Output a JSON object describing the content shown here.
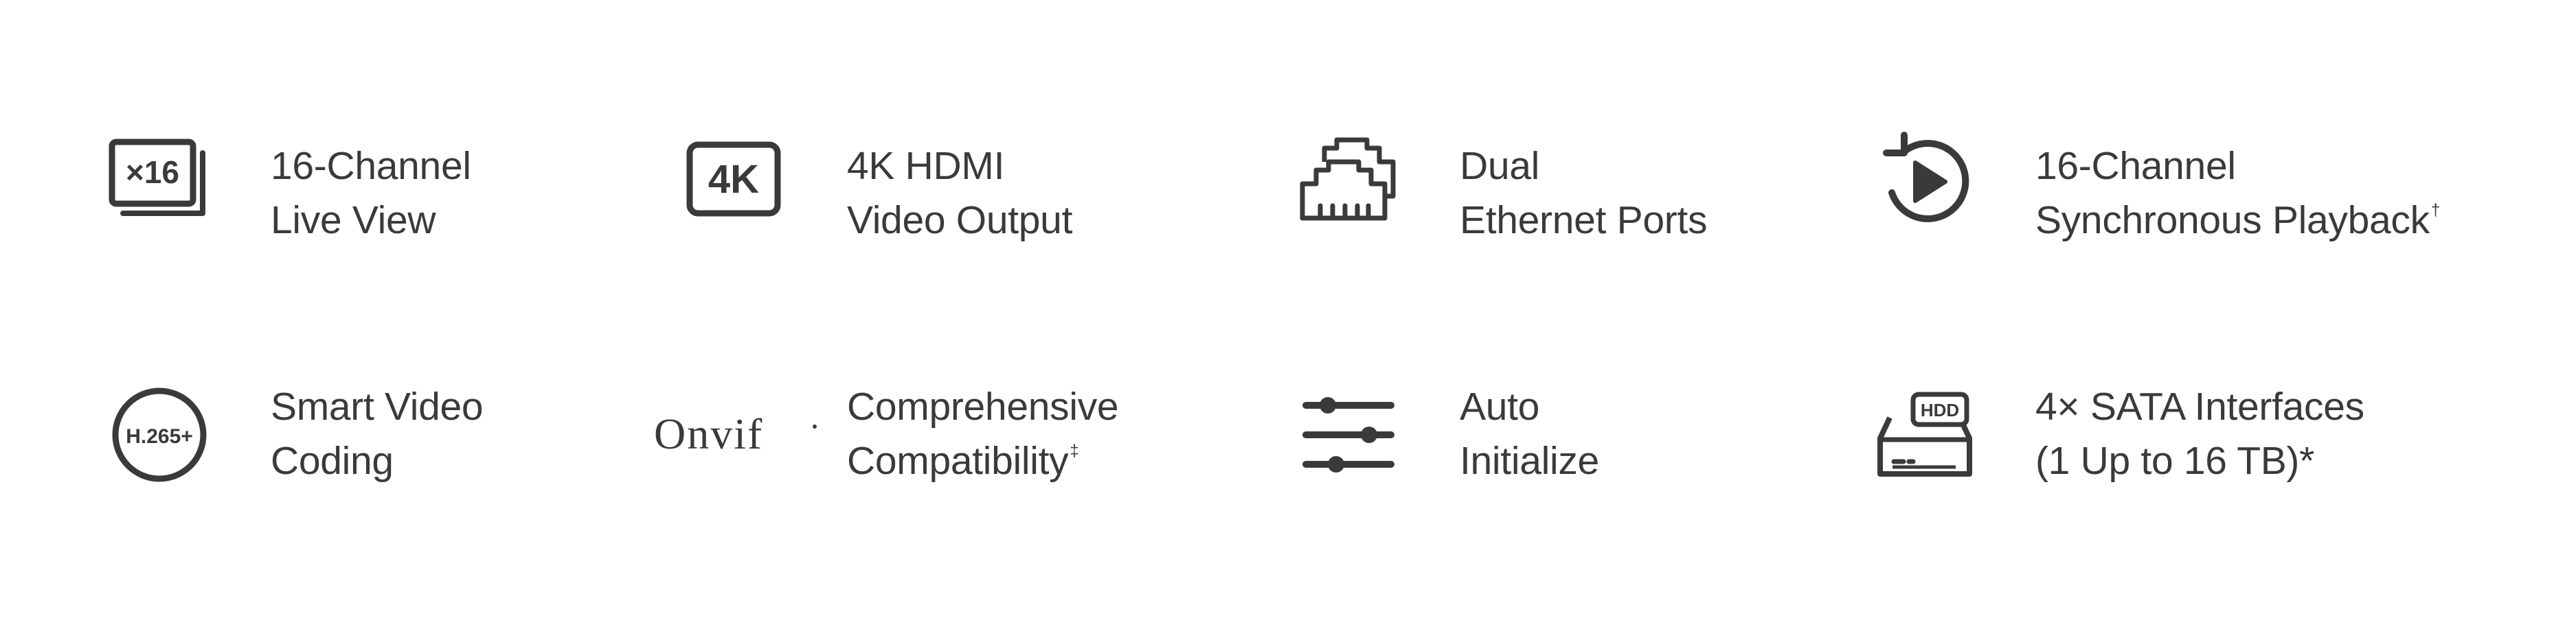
{
  "features": [
    {
      "icon": "multiview-x16-icon",
      "line1": "16-Channel",
      "line2": "Live View",
      "mark": ""
    },
    {
      "icon": "4k-icon",
      "icon_text": "4K",
      "line1": "4K HDMI",
      "line2": "Video Output",
      "mark": ""
    },
    {
      "icon": "ethernet-ports-icon",
      "line1": "Dual",
      "line2": "Ethernet Ports",
      "mark": ""
    },
    {
      "icon": "playback-icon",
      "line1": "16-Channel",
      "line2": "Synchronous Playback",
      "mark": "†"
    },
    {
      "icon": "h265-icon",
      "icon_text": "H.265+",
      "line1": "Smart Video",
      "line2": "Coding",
      "mark": ""
    },
    {
      "icon": "onvif-logo-icon",
      "icon_text": "Onvif",
      "line1": "Comprehensive",
      "line2": "Compatibility",
      "mark": "‡"
    },
    {
      "icon": "sliders-icon",
      "line1": "Auto",
      "line2": "Initialize",
      "mark": ""
    },
    {
      "icon": "hdd-icon",
      "icon_text": "HDD",
      "line1": "4× SATA Interfaces",
      "line2": "(1 Up to 16 TB)*",
      "mark": ""
    }
  ],
  "colors": {
    "text": "#3a3a3a",
    "icon": "#3a3a3a",
    "background": "#ffffff"
  },
  "x16_label": "×16"
}
